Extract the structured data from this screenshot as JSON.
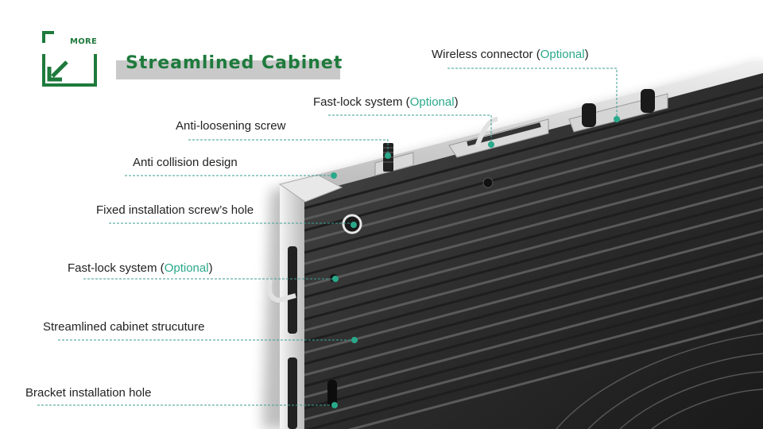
{
  "header": {
    "logo_text": "MORE",
    "title": "Streamlined  Cabinet"
  },
  "colors": {
    "brand_green": "#1e7a3c",
    "accent_teal": "#2aa88a",
    "callout_line": "#3a9e92"
  },
  "callouts": [
    {
      "id": "wireless-connector",
      "text": "Wireless connector",
      "opt_open": " (",
      "opt": "Optional",
      "opt_close": ")"
    },
    {
      "id": "fast-lock-top",
      "text": "Fast-lock system",
      "opt_open": " (",
      "opt": "Optional",
      "opt_close": ")"
    },
    {
      "id": "anti-loosening-screw",
      "text": "Anti-loosening screw"
    },
    {
      "id": "anti-collision",
      "text": "Anti collision design"
    },
    {
      "id": "fixed-screw-hole",
      "text": "Fixed installation screw’s hole"
    },
    {
      "id": "fast-lock-side",
      "text": "Fast-lock system",
      "opt_open": " (",
      "opt": "Optional",
      "opt_close": ")"
    },
    {
      "id": "streamlined-structure",
      "text": "Streamlined cabinet strucuture"
    },
    {
      "id": "bracket-hole",
      "text": "Bracket installation hole"
    }
  ]
}
